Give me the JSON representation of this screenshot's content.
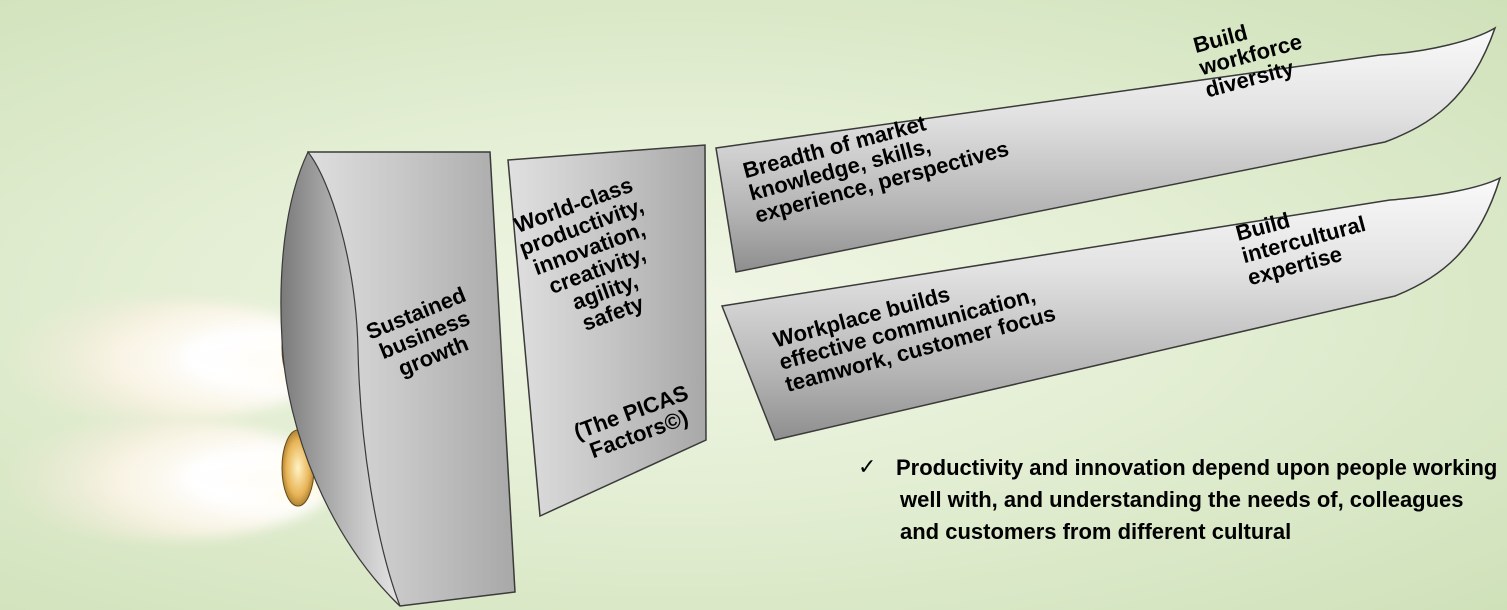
{
  "engine_section": {
    "label_lines": [
      "Sustained",
      "business",
      "growth"
    ]
  },
  "middle_section": {
    "label_lines": [
      "World-class",
      "productivity,",
      "innovation,",
      "creativity,",
      "agility,",
      "safety"
    ],
    "footnote_lines": [
      "(The PICAS",
      "Factors©)"
    ]
  },
  "upper_booster": {
    "body_lines": [
      "Breadth of market",
      "knowledge, skills,",
      "experience, perspectives"
    ],
    "tip_lines": [
      "Build",
      "workforce",
      "diversity"
    ]
  },
  "lower_booster": {
    "body_lines": [
      "Workplace builds",
      "effective communication,",
      "teamwork, customer focus"
    ],
    "tip_lines": [
      "Build",
      "intercultural",
      "expertise"
    ]
  },
  "note": {
    "check_icon": "check-mark-icon",
    "text": "Productivity and innovation depend upon people working well with, and understanding the needs of, colleagues and customers from different cultural"
  },
  "colors": {
    "background": "#dde9cb",
    "metal_light": "#f2f2f2",
    "metal_dark": "#8c8c8c",
    "outline": "#3a3a3a",
    "flame_core": "#fff6dc",
    "flame_edge": "#e6b25a"
  }
}
